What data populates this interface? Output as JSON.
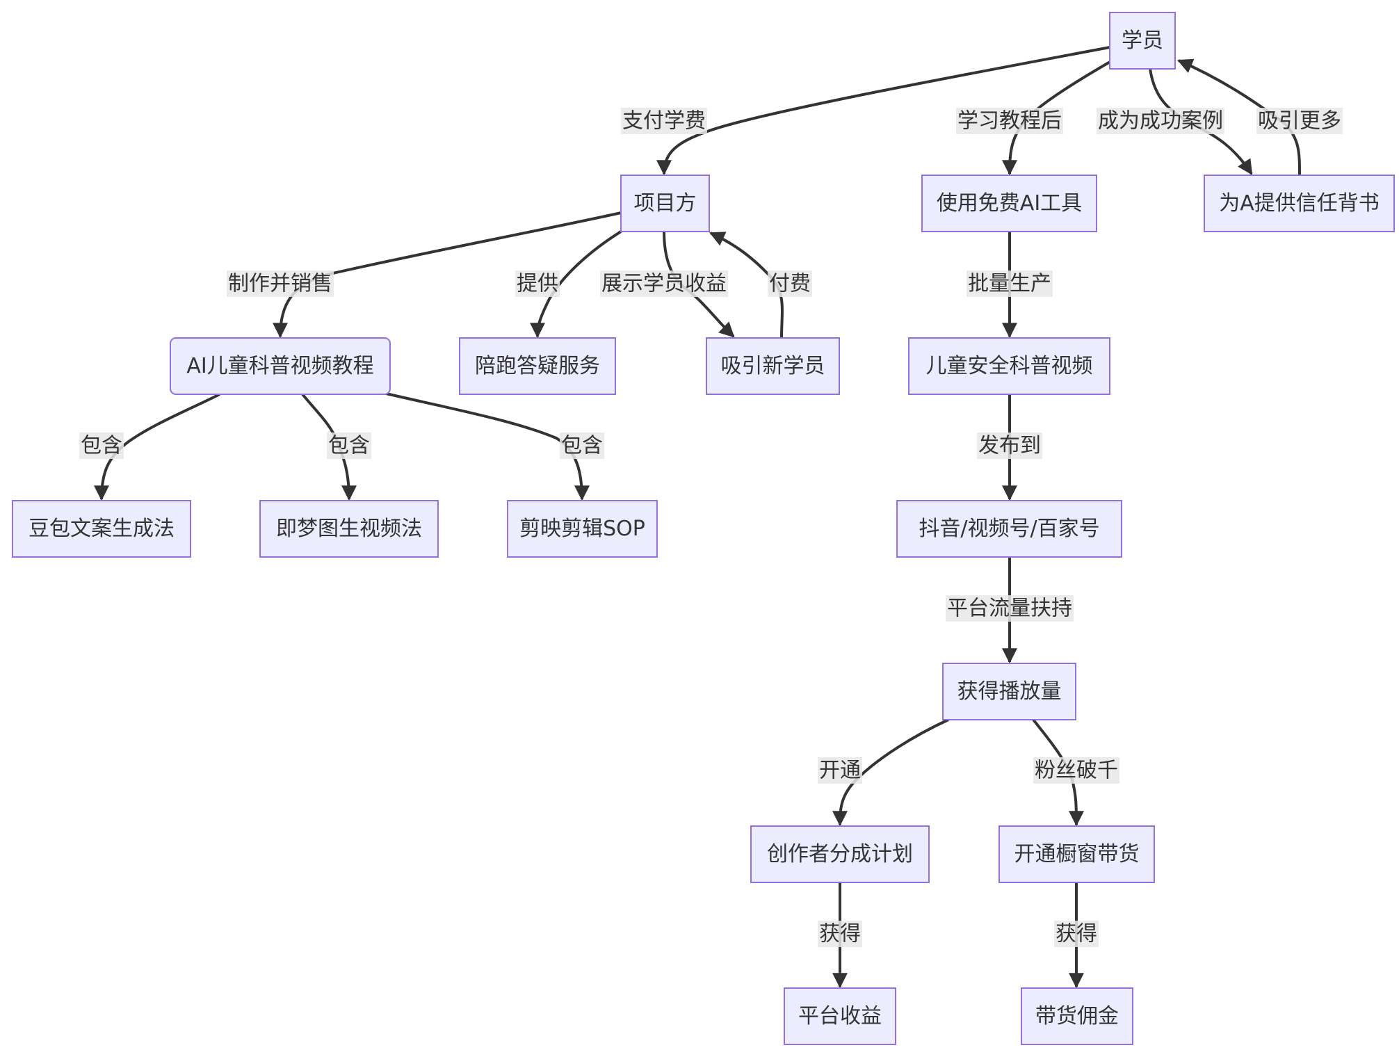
{
  "diagram": {
    "type": "flowchart",
    "nodes": [
      {
        "id": "student",
        "label": "学员"
      },
      {
        "id": "project",
        "label": "项目方"
      },
      {
        "id": "free_ai",
        "label": "使用免费AI工具"
      },
      {
        "id": "trust",
        "label": "为A提供信任背书"
      },
      {
        "id": "tutorial",
        "label": "AI儿童科普视频教程",
        "rounded": true
      },
      {
        "id": "support",
        "label": "陪跑答疑服务"
      },
      {
        "id": "attract",
        "label": "吸引新学员"
      },
      {
        "id": "video",
        "label": "儿童安全科普视频"
      },
      {
        "id": "doubao",
        "label": "豆包文案生成法"
      },
      {
        "id": "jimeng",
        "label": "即梦图生视频法"
      },
      {
        "id": "jianying",
        "label": "剪映剪辑SOP"
      },
      {
        "id": "platforms",
        "label": "抖音/视频号/百家号"
      },
      {
        "id": "views",
        "label": "获得播放量"
      },
      {
        "id": "creator",
        "label": "创作者分成计划"
      },
      {
        "id": "window",
        "label": "开通橱窗带货"
      },
      {
        "id": "income",
        "label": "平台收益"
      },
      {
        "id": "commission",
        "label": "带货佣金"
      }
    ],
    "edges": [
      {
        "from": "student",
        "to": "project",
        "label": "支付学费"
      },
      {
        "from": "student",
        "to": "free_ai",
        "label": "学习教程后"
      },
      {
        "from": "student",
        "to": "trust",
        "label": "成为成功案例"
      },
      {
        "from": "trust",
        "to": "student",
        "label": "吸引更多"
      },
      {
        "from": "project",
        "to": "tutorial",
        "label": "制作并销售"
      },
      {
        "from": "project",
        "to": "support",
        "label": "提供"
      },
      {
        "from": "project",
        "to": "attract",
        "label": "展示学员收益"
      },
      {
        "from": "attract",
        "to": "project",
        "label": "付费"
      },
      {
        "from": "free_ai",
        "to": "video",
        "label": "批量生产"
      },
      {
        "from": "tutorial",
        "to": "doubao",
        "label": "包含"
      },
      {
        "from": "tutorial",
        "to": "jimeng",
        "label": "包含"
      },
      {
        "from": "tutorial",
        "to": "jianying",
        "label": "包含"
      },
      {
        "from": "video",
        "to": "platforms",
        "label": "发布到"
      },
      {
        "from": "platforms",
        "to": "views",
        "label": "平台流量扶持"
      },
      {
        "from": "views",
        "to": "creator",
        "label": "开通"
      },
      {
        "from": "views",
        "to": "window",
        "label": "粉丝破千"
      },
      {
        "from": "creator",
        "to": "income",
        "label": "获得"
      },
      {
        "from": "window",
        "to": "commission",
        "label": "获得"
      }
    ]
  },
  "colors": {
    "node_fill": "#ececff",
    "node_border": "#9370db",
    "edge": "#333333",
    "label_bg": "#e8e8e8",
    "text": "#333333"
  }
}
